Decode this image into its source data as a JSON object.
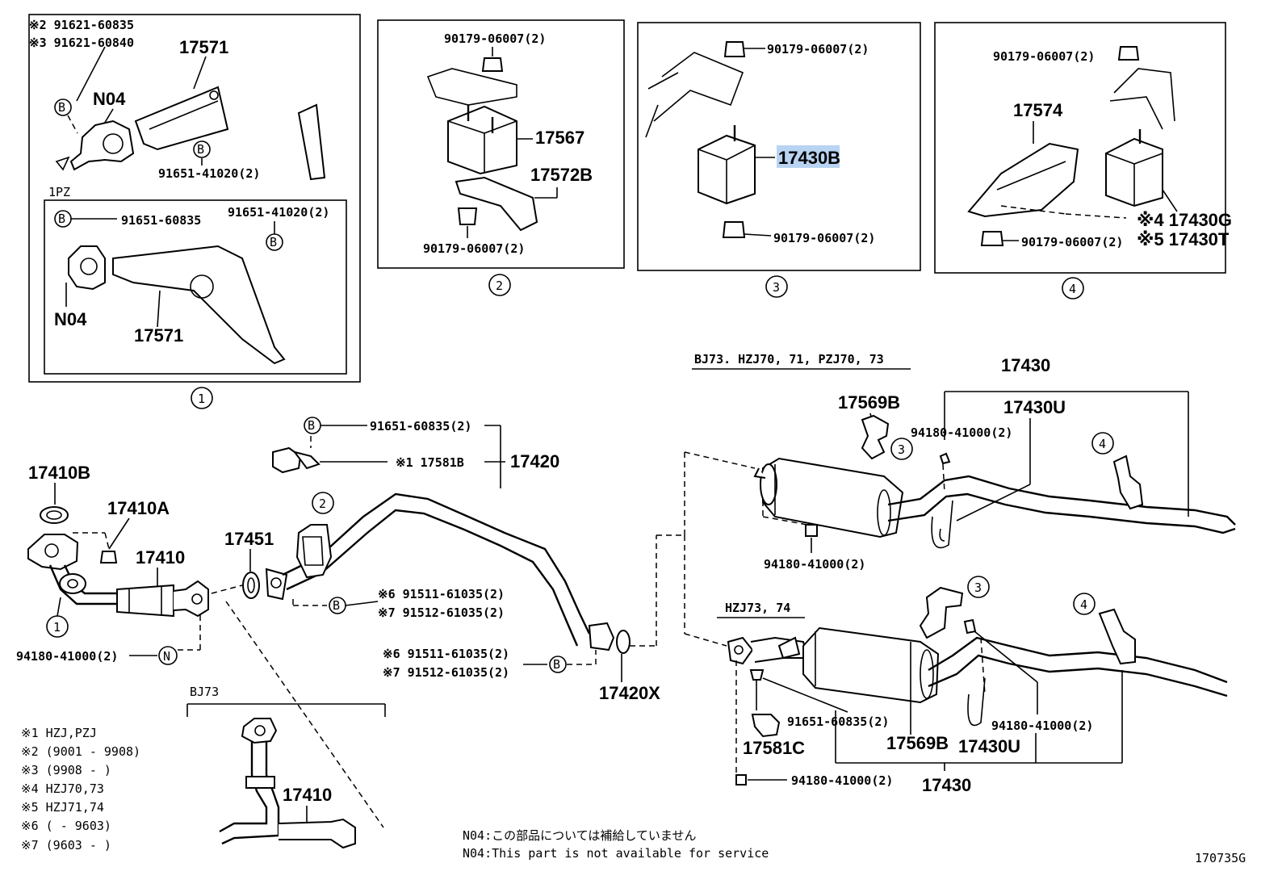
{
  "labels": {
    "p1_pn2": "※2 91621-60835",
    "p1_pn3": "※3 91621-60840",
    "p1_17571a": "17571",
    "p1_n04a": "N04",
    "p1_b1": "B",
    "p1_b2": "B",
    "p1_91651a": "91651-41020(2)",
    "p1_1pz": "1PZ",
    "p1_b3": "B",
    "p1_91651b": "91651-60835",
    "p1_91651c": "91651-41020(2)",
    "p1_b4": "B",
    "p1_n04b": "N04",
    "p1_17571b": "17571",
    "p1_num": "1",
    "p2_top": "90179-06007(2)",
    "p2_17567": "17567",
    "p2_17572b": "17572B",
    "p2_bot": "90179-06007(2)",
    "p2_num": "2",
    "p3_top": "90179-06007(2)",
    "p3_17430b": "17430B",
    "p3_bot": "90179-06007(2)",
    "p3_num": "3",
    "p4_top": "90179-06007(2)",
    "p4_17574": "17574",
    "p4_17430g": "※4 17430G",
    "p4_bot": "90179-06007(2)",
    "p4_17430t": "※5 17430T",
    "p4_num": "4",
    "m_b1": "B",
    "m_91651": "91651-60835(2)",
    "m_17581b": "※1  17581B",
    "m_17420": "17420",
    "m_17410b": "17410B",
    "m_17410a": "17410A",
    "m_17410": "17410",
    "m_17451": "17451",
    "m_c2": "2",
    "m_c1": "1",
    "m_b2": "B",
    "m_91511a": "※6 91511-61035(2)",
    "m_91512a": "※7 91512-61035(2)",
    "m_91511b": "※6 91511-61035(2)",
    "m_91512b": "※7 91512-61035(2)",
    "m_b3": "B",
    "m_94180": "94180-41000(2)",
    "m_n": "N",
    "m_17420x": "17420X",
    "bj73": "BJ73",
    "bj73_17410": "17410",
    "r_header": "BJ73. HZJ70, 71, PZJ70, 73",
    "r_17430": "17430",
    "r_17569b": "17569B",
    "r_17430u": "17430U",
    "r_94180a": "94180-41000(2)",
    "r_c3": "3",
    "r_c4": "4",
    "r_94180b": "94180-41000(2)",
    "h_header": "HZJ73, 74",
    "h_c3": "3",
    "h_c4": "4",
    "h_91651": "91651-60835(2)",
    "h_17581c": "17581C",
    "h_17569b": "17569B",
    "h_17430u": "17430U",
    "h_94180a": "94180-41000(2)",
    "h_94180b": "94180-41000(2)",
    "h_17430": "17430",
    "notes": [
      "※1 HZJ,PZJ",
      "※2 (9001 - 9908)",
      "※3 (9908 -       )",
      "※4 HZJ70,73",
      "※5 HZJ71,74",
      "※6 (       - 9603)",
      "※7 (9603 -       )"
    ],
    "n04_jp": "N04:この部品については補給していません",
    "n04_en": "N04:This part is not available for service",
    "code": "170735G"
  },
  "colors": {
    "highlight": "#b9d3f2",
    "line": "#000000"
  }
}
